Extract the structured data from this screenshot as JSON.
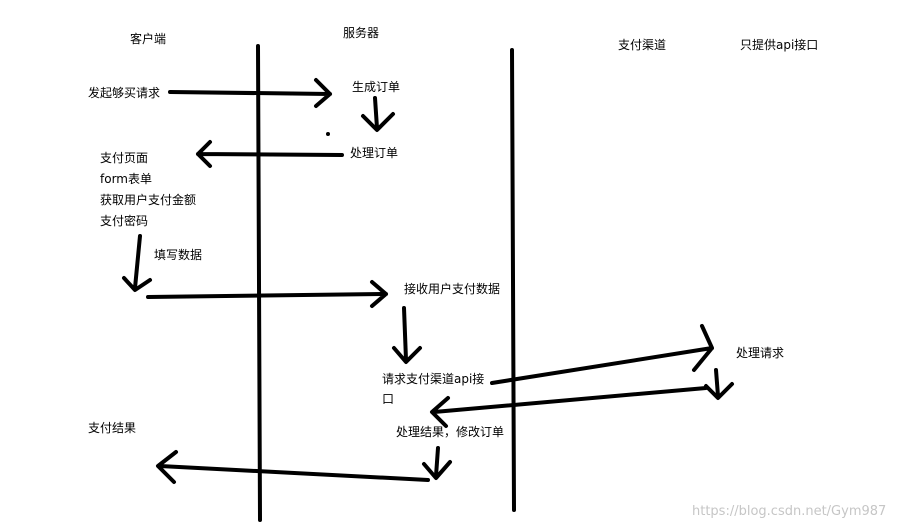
{
  "columns": {
    "client": "客户端",
    "server": "服务器",
    "pay_channel": "支付渠道",
    "pay_channel_note": "只提供api接口"
  },
  "steps": {
    "initiate_purchase": "发起够买请求",
    "generate_order": "生成订单",
    "process_order": "处理订单",
    "pay_page": "支付页面",
    "form": "form表单",
    "get_amount": "获取用户支付金额",
    "pay_password": "支付密码",
    "fill_data": "填写数据",
    "receive_payment_data": "接收用户支付数据",
    "request_channel_api_line1": "请求支付渠道api接",
    "request_channel_api_line2": "口",
    "process_request": "处理请求",
    "process_result": "处理结果，修改订单",
    "pay_result": "支付结果"
  },
  "watermark": "https://blog.csdn.net/Gym987",
  "colors": {
    "ink": "#000000",
    "watermark": "#c6c6c6",
    "background": "#ffffff"
  }
}
